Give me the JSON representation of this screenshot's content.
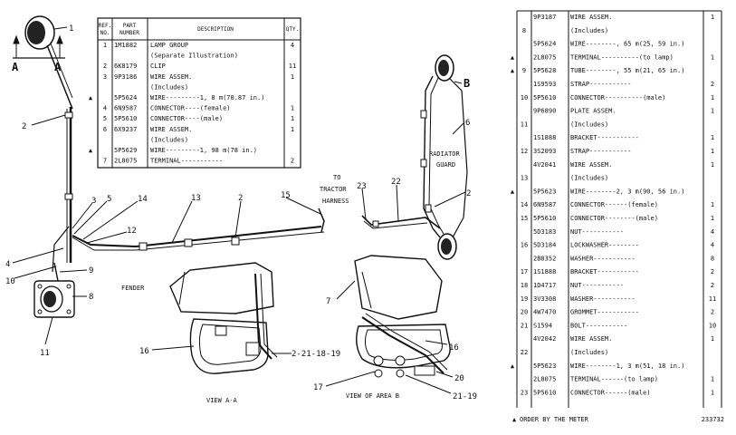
{
  "left_table": {
    "headers": [
      "REF. NO.",
      "PART NUMBER",
      "DESCRIPTION",
      "QTY."
    ],
    "rows": [
      {
        "ref": "1",
        "part": "1M1882",
        "desc": "LAMP GROUP",
        "qty": "4",
        "mark": ""
      },
      {
        "ref": "",
        "part": "",
        "desc": "(Separate Illustration)",
        "qty": "",
        "mark": ""
      },
      {
        "ref": "2",
        "part": "6K8179",
        "desc": "CLIP",
        "qty": "11",
        "mark": ""
      },
      {
        "ref": "3",
        "part": "9P3186",
        "desc": "WIRE ASSEM.",
        "qty": "1",
        "mark": ""
      },
      {
        "ref": "",
        "part": "",
        "desc": "(Includes)",
        "qty": "",
        "mark": ""
      },
      {
        "ref": "",
        "part": "5P5624",
        "desc": "WIRE---------1, 8 m(70.87 in.)",
        "qty": "",
        "mark": "▲"
      },
      {
        "ref": "4",
        "part": "6N9587",
        "desc": "CONNECTOR----(female)",
        "qty": "1",
        "mark": ""
      },
      {
        "ref": "5",
        "part": "5P5610",
        "desc": "CONNECTOR----(male)",
        "qty": "1",
        "mark": ""
      },
      {
        "ref": "6",
        "part": "6X9237",
        "desc": "WIRE ASSEM.",
        "qty": "1",
        "mark": ""
      },
      {
        "ref": "",
        "part": "",
        "desc": "(Includes)",
        "qty": "",
        "mark": ""
      },
      {
        "ref": "",
        "part": "5P5629",
        "desc": "WIRE---------1, 98 m(78 in.)",
        "qty": "",
        "mark": "▲"
      },
      {
        "ref": "7",
        "part": "2L8075",
        "desc": "TERMINAL-----------",
        "qty": "2",
        "mark": ""
      }
    ]
  },
  "right_table": {
    "rows": [
      {
        "ref": "",
        "part": "9P3187",
        "desc": "WIRE ASSEM.",
        "qty": "1",
        "mark": ""
      },
      {
        "ref": "8",
        "part": "",
        "desc": "(Includes)",
        "qty": "",
        "mark": ""
      },
      {
        "ref": "",
        "part": "5P5624",
        "desc": "WIRE--------, 65 m(25, 59 in.)",
        "qty": "",
        "mark": ""
      },
      {
        "ref": "",
        "part": "2L8075",
        "desc": "TERMINAL----------(to lamp)",
        "qty": "1",
        "mark": "▲"
      },
      {
        "ref": "9",
        "part": "5P5628",
        "desc": "TUBE--------, 55 m(21, 65 in.)",
        "qty": "",
        "mark": "▲"
      },
      {
        "ref": "",
        "part": "1S9593",
        "desc": "STRAP-----------",
        "qty": "2",
        "mark": ""
      },
      {
        "ref": "10",
        "part": "5P5610",
        "desc": "CONNECTOR----------(male)",
        "qty": "1",
        "mark": ""
      },
      {
        "ref": "",
        "part": "9P6890",
        "desc": "PLATE ASSEM.",
        "qty": "1",
        "mark": ""
      },
      {
        "ref": "11",
        "part": "",
        "desc": "(Includes)",
        "qty": "",
        "mark": ""
      },
      {
        "ref": "",
        "part": "1S1888",
        "desc": "BRACKET-----------",
        "qty": "1",
        "mark": ""
      },
      {
        "ref": "12",
        "part": "3S2093",
        "desc": "STRAP-----------",
        "qty": "1",
        "mark": ""
      },
      {
        "ref": "",
        "part": "4V2041",
        "desc": "WIRE ASSEM.",
        "qty": "1",
        "mark": ""
      },
      {
        "ref": "13",
        "part": "",
        "desc": "(Includes)",
        "qty": "",
        "mark": ""
      },
      {
        "ref": "",
        "part": "5P5623",
        "desc": "WIRE--------2, 3 m(90, 56 in.)",
        "qty": "",
        "mark": "▲"
      },
      {
        "ref": "14",
        "part": "6N9587",
        "desc": "CONNECTOR------(female)",
        "qty": "1",
        "mark": ""
      },
      {
        "ref": "15",
        "part": "5P5610",
        "desc": "CONNECTOR--------(male)",
        "qty": "1",
        "mark": ""
      },
      {
        "ref": "",
        "part": "5D3183",
        "desc": "NUT-----------",
        "qty": "4",
        "mark": ""
      },
      {
        "ref": "16",
        "part": "5D3184",
        "desc": "LOCKWASHER--------",
        "qty": "4",
        "mark": ""
      },
      {
        "ref": "",
        "part": "2B8352",
        "desc": "WASHER-----------",
        "qty": "8",
        "mark": ""
      },
      {
        "ref": "17",
        "part": "1S1888",
        "desc": "BRACKET-----------",
        "qty": "2",
        "mark": ""
      },
      {
        "ref": "18",
        "part": "1D4717",
        "desc": "NUT-----------",
        "qty": "2",
        "mark": ""
      },
      {
        "ref": "19",
        "part": "3V3308",
        "desc": "WASHER-----------",
        "qty": "11",
        "mark": ""
      },
      {
        "ref": "20",
        "part": "4W7470",
        "desc": "GROMMET-----------",
        "qty": "2",
        "mark": ""
      },
      {
        "ref": "21",
        "part": "S1594",
        "desc": "BOLT-----------",
        "qty": "10",
        "mark": ""
      },
      {
        "ref": "",
        "part": "4V2042",
        "desc": "WIRE ASSEM.",
        "qty": "1",
        "mark": ""
      },
      {
        "ref": "22",
        "part": "",
        "desc": "(Includes)",
        "qty": "",
        "mark": ""
      },
      {
        "ref": "",
        "part": "5P5623",
        "desc": "WIRE--------1, 3 m(51, 18 in.)",
        "qty": "",
        "mark": "▲"
      },
      {
        "ref": "",
        "part": "2L8075",
        "desc": "TERMINAL------(to lamp)",
        "qty": "1",
        "mark": ""
      },
      {
        "ref": "23",
        "part": "5P5610",
        "desc": "CONNECTOR------(male)",
        "qty": "1",
        "mark": ""
      }
    ]
  },
  "footer": {
    "note": "ORDER BY THE METER",
    "note_mark": "▲",
    "drawing_no": "233732"
  },
  "labels": {
    "fender": "FENDER",
    "view_aa": "VIEW A-A",
    "view_b": "VIEW OF AREA B",
    "radiator_1": "RADIATOR",
    "radiator_2": "GUARD",
    "to_1": "TO",
    "to_2": "TRACTOR",
    "to_3": "HARNESS",
    "section": "A",
    "area_b": "B"
  },
  "callouts": [
    "1",
    "2",
    "3",
    "4",
    "5",
    "6",
    "7",
    "8",
    "9",
    "10",
    "11",
    "12",
    "13",
    "14",
    "15",
    "16",
    "17",
    "2-21-18-19",
    "20",
    "21-19",
    "22",
    "23"
  ]
}
